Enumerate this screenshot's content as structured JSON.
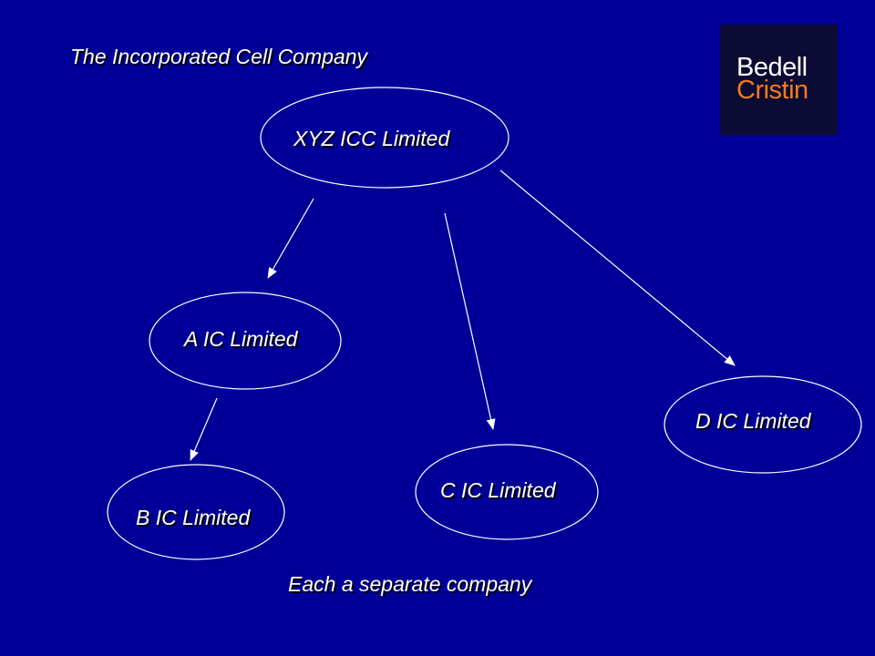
{
  "slide": {
    "title": "The Incorporated Cell Company",
    "caption": "Each a separate company",
    "background_color": "#000099",
    "text_color": "#ffffff"
  },
  "logo": {
    "line1": "Bedell",
    "line2": "Cristin",
    "line1_color": "#ffffff",
    "line2_color": "#f07d1a",
    "background_color": "#0b0b33"
  },
  "nodes": [
    {
      "id": "xyz",
      "label": "XYZ ICC Limited"
    },
    {
      "id": "a",
      "label": "A IC Limited"
    },
    {
      "id": "b",
      "label": "B IC Limited"
    },
    {
      "id": "c",
      "label": "C IC Limited"
    },
    {
      "id": "d",
      "label": "D IC Limited"
    }
  ],
  "edges": [
    {
      "from": "xyz",
      "to": "a"
    },
    {
      "from": "xyz",
      "to": "c"
    },
    {
      "from": "xyz",
      "to": "d"
    },
    {
      "from": "a",
      "to": "b"
    }
  ]
}
